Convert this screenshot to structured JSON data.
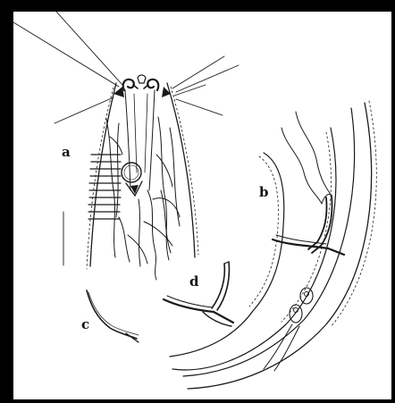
{
  "labels": {
    "a": "a",
    "b": "b",
    "c": "c",
    "d": "d"
  },
  "colors": {
    "frame": "#000000",
    "background": "#ffffff",
    "ink": "#1a1a1a"
  }
}
